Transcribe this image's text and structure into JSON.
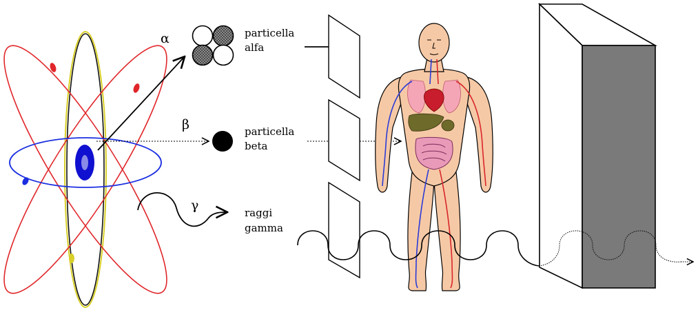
{
  "greek": {
    "alpha": "α",
    "beta": "β",
    "gamma": "γ"
  },
  "labels": {
    "alpha_line1": "particella",
    "alpha_line2": "alfa",
    "beta_line1": "particella",
    "beta_line2": "beta",
    "gamma_line1": "raggi",
    "gamma_line2": "gamma"
  },
  "colors": {
    "orbit_red": "#e0262a",
    "orbit_blue": "#1a2ee0",
    "orbit_yellow": "#d8cf2a",
    "nucleus": "#1010d0",
    "block_front": "#7a7a7a",
    "skin": "#f6c9a6",
    "vein": "#2a3bd6",
    "artery": "#d8262a"
  }
}
